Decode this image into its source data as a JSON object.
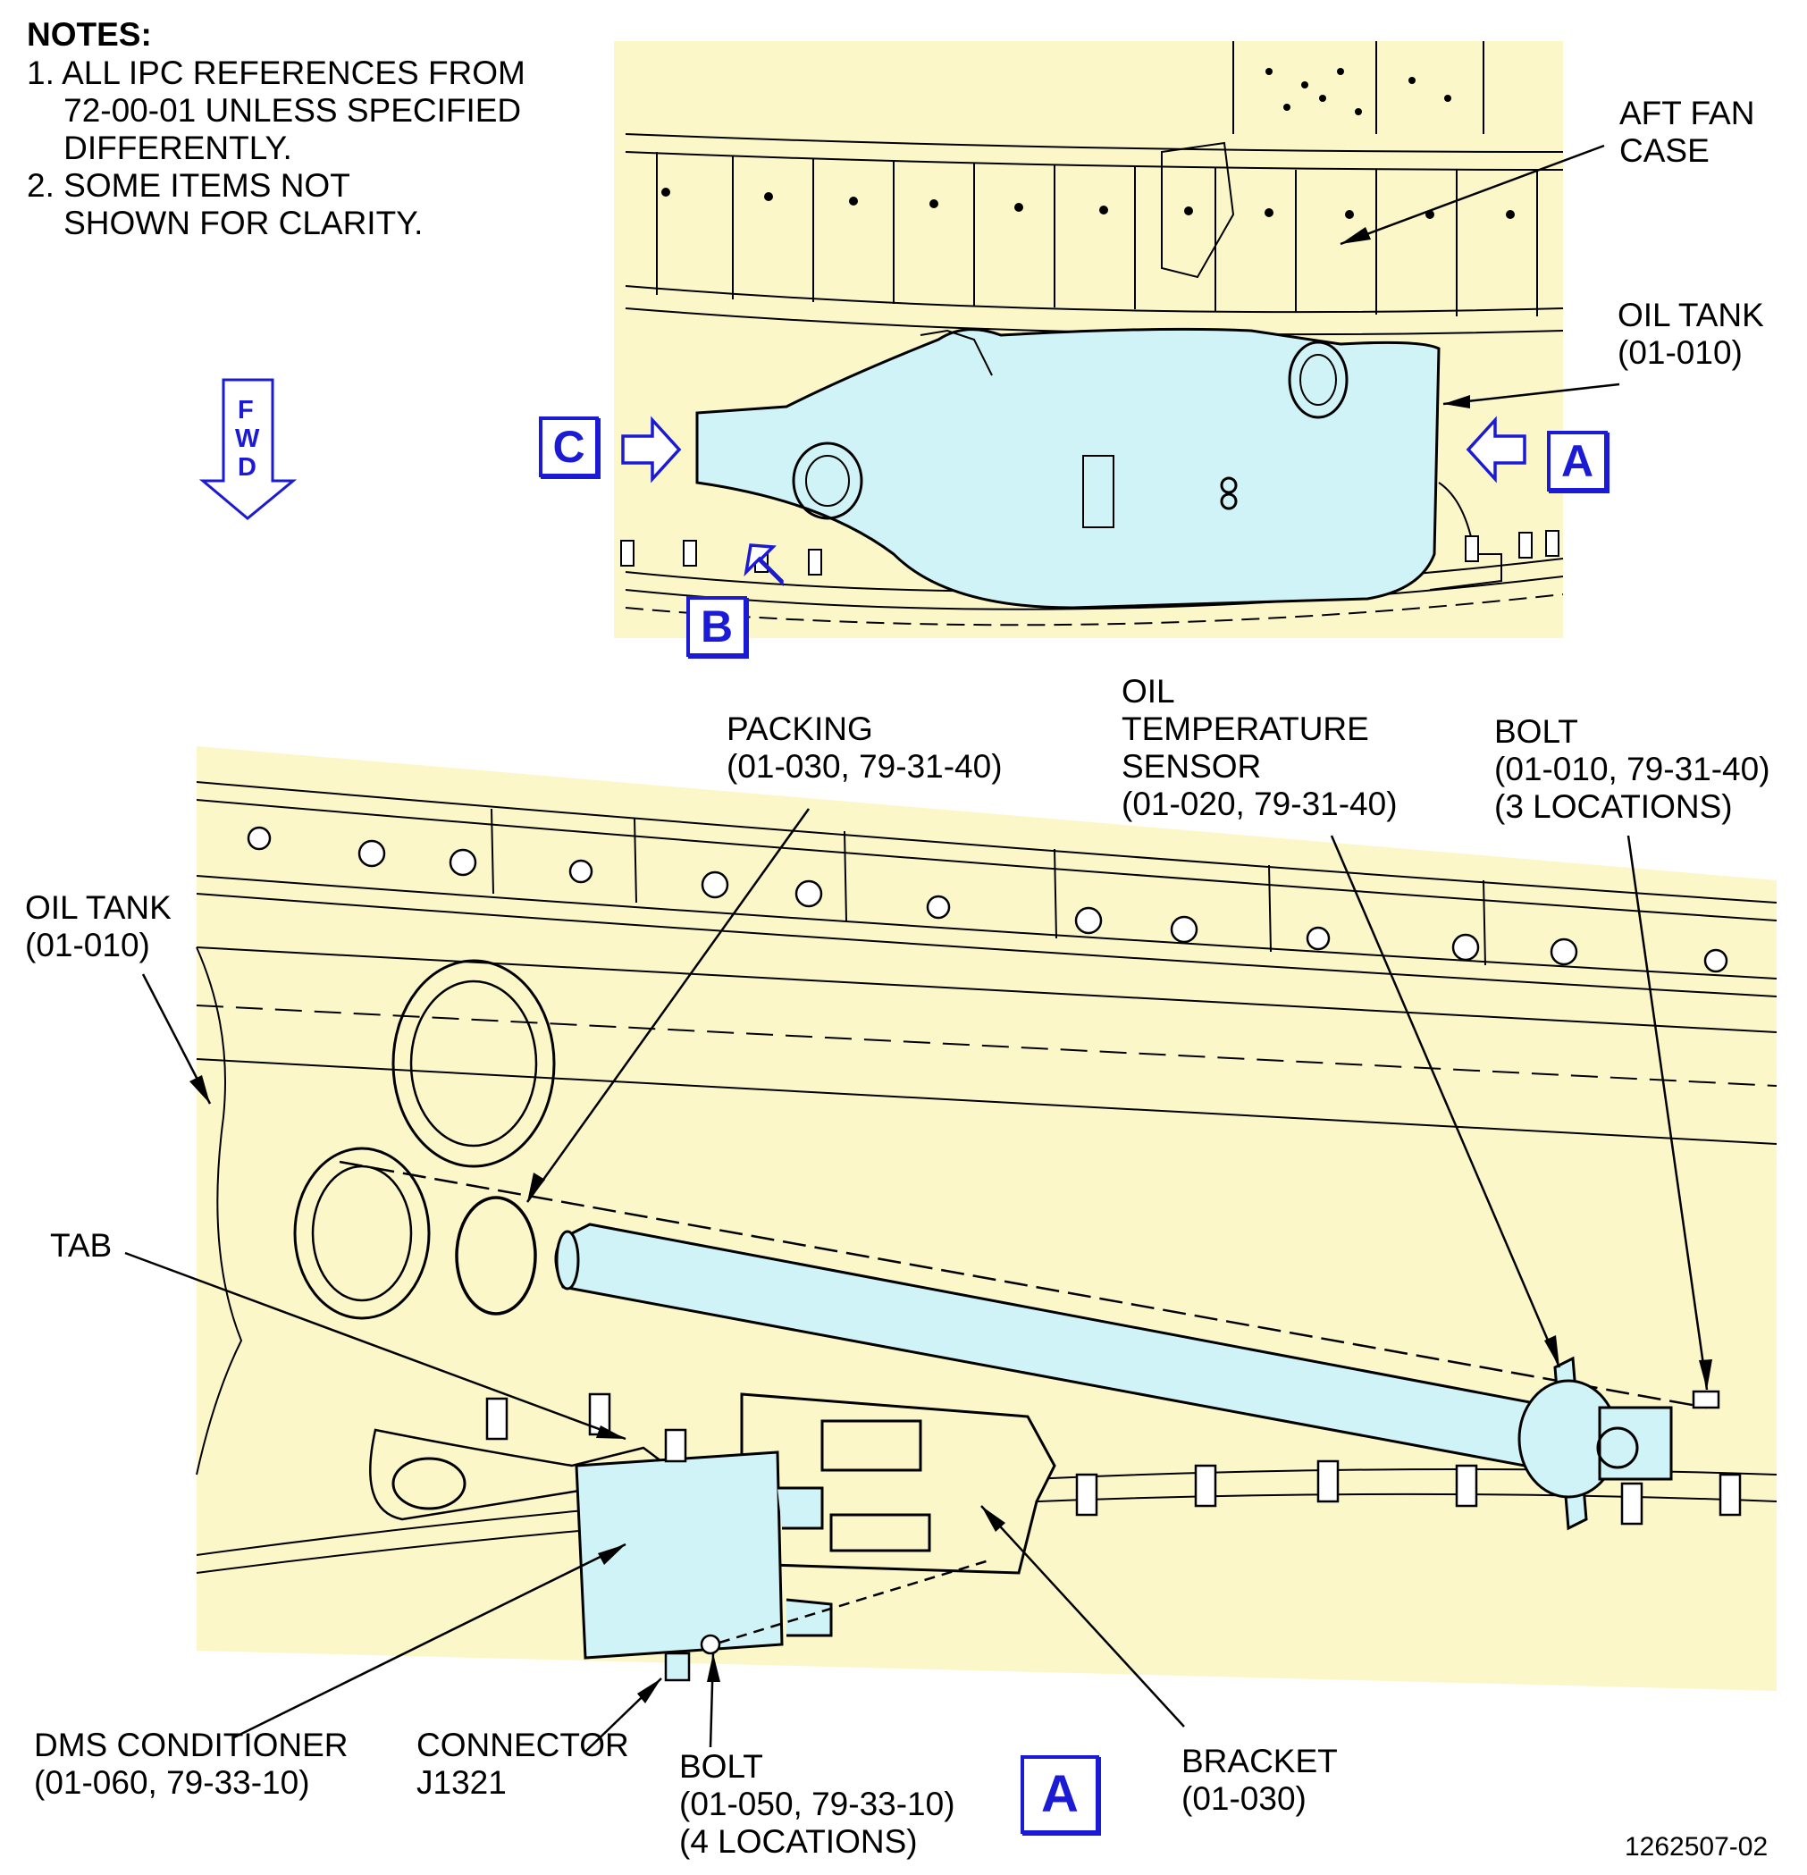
{
  "notes": {
    "title": "NOTES:",
    "lines": [
      "1. ALL IPC REFERENCES FROM",
      "    72-00-01 UNLESS SPECIFIED",
      "    DIFFERENTLY.",
      "2. SOME ITEMS NOT",
      "    SHOWN FOR CLARITY."
    ]
  },
  "fwd_letters": [
    "F",
    "W",
    "D"
  ],
  "top_view": {
    "labels": {
      "aft_fan_case": "AFT FAN\nCASE",
      "oil_tank": "OIL TANK\n(01-010)"
    },
    "callouts": [
      "C",
      "A",
      "B"
    ]
  },
  "detail_view": {
    "labels": {
      "packing": "PACKING\n(01-030, 79-31-40)",
      "oil_temp_sensor": "OIL\nTEMPERATURE\nSENSOR\n(01-020, 79-31-40)",
      "bolt_sensor": "BOLT\n(01-010, 79-31-40)\n(3 LOCATIONS)",
      "oil_tank": "OIL TANK\n(01-010)",
      "tab": "TAB",
      "dms_conditioner": "DMS CONDITIONER\n(01-060, 79-33-10)",
      "connector": "CONNECTOR\nJ1321",
      "bolt_dms": "BOLT\n(01-050, 79-33-10)\n(4 LOCATIONS)",
      "bracket": "BRACKET\n(01-030)"
    },
    "callout": "A"
  },
  "figure_id": "1262507-02",
  "colors": {
    "background_panel": "#fbf7c9",
    "part_fill": "#cff3f6",
    "callout_blue": "#1b1bd6",
    "line": "#000000"
  }
}
